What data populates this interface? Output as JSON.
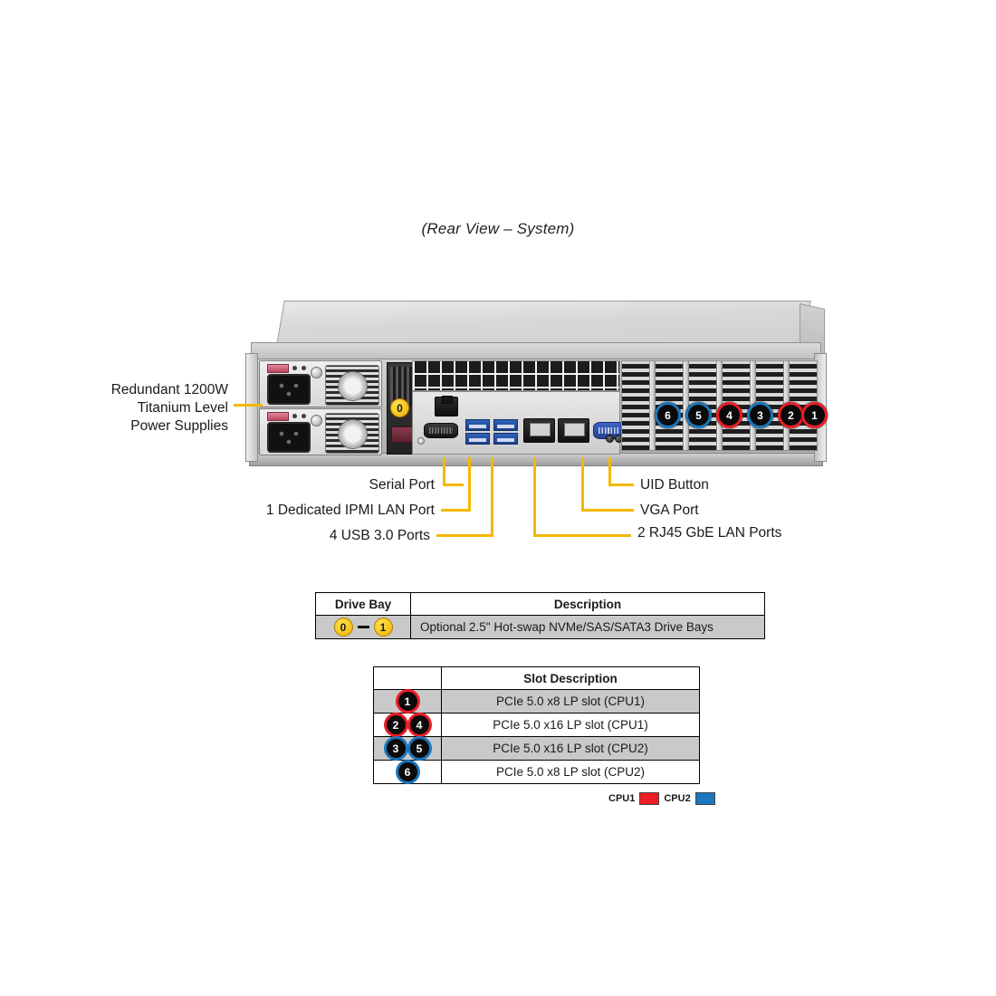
{
  "title": "(Rear View – System)",
  "colors": {
    "cpu1": "#ee1c25",
    "cpu2": "#1b76bc",
    "leader": "#f5b800",
    "badge_yellow": "#f0b000"
  },
  "psu_label": {
    "line1": "Redundant 1200W",
    "line2": "Titanium Level",
    "line3": "Power Supplies"
  },
  "callouts": {
    "serial": "Serial Port",
    "ipmi": "1 Dedicated IPMI LAN Port",
    "usb": "4 USB 3.0 Ports",
    "uid": "UID Button",
    "vga": "VGA Port",
    "lan": "2 RJ45 GbE LAN Ports"
  },
  "chassis_badges": {
    "drive_bays": [
      "0",
      "1"
    ],
    "slots": [
      {
        "num": "6",
        "cpu": "CPU2"
      },
      {
        "num": "5",
        "cpu": "CPU2"
      },
      {
        "num": "4",
        "cpu": "CPU1"
      },
      {
        "num": "3",
        "cpu": "CPU2"
      },
      {
        "num": "2",
        "cpu": "CPU1"
      },
      {
        "num": "1",
        "cpu": "CPU1"
      }
    ]
  },
  "drive_bay_table": {
    "headers": [
      "Drive Bay",
      "Description"
    ],
    "row": {
      "badges": [
        "0",
        "1"
      ],
      "description": "Optional 2.5\" Hot-swap NVMe/SAS/SATA3 Drive Bays"
    }
  },
  "slot_table": {
    "header": "Slot Description",
    "rows": [
      {
        "badges": [
          "1"
        ],
        "description": "PCIe 5.0 x8 LP slot (CPU1)",
        "cpu": "CPU1"
      },
      {
        "badges": [
          "2",
          "4"
        ],
        "description": "PCIe 5.0 x16 LP slot (CPU1)",
        "cpu": "CPU1"
      },
      {
        "badges": [
          "3",
          "5"
        ],
        "description": "PCIe 5.0 x16 LP slot (CPU2)",
        "cpu": "CPU2"
      },
      {
        "badges": [
          "6"
        ],
        "description": "PCIe 5.0 x8 LP slot (CPU2)",
        "cpu": "CPU2"
      }
    ]
  },
  "legend": {
    "cpu1_label": "CPU1",
    "cpu2_label": "CPU2"
  }
}
